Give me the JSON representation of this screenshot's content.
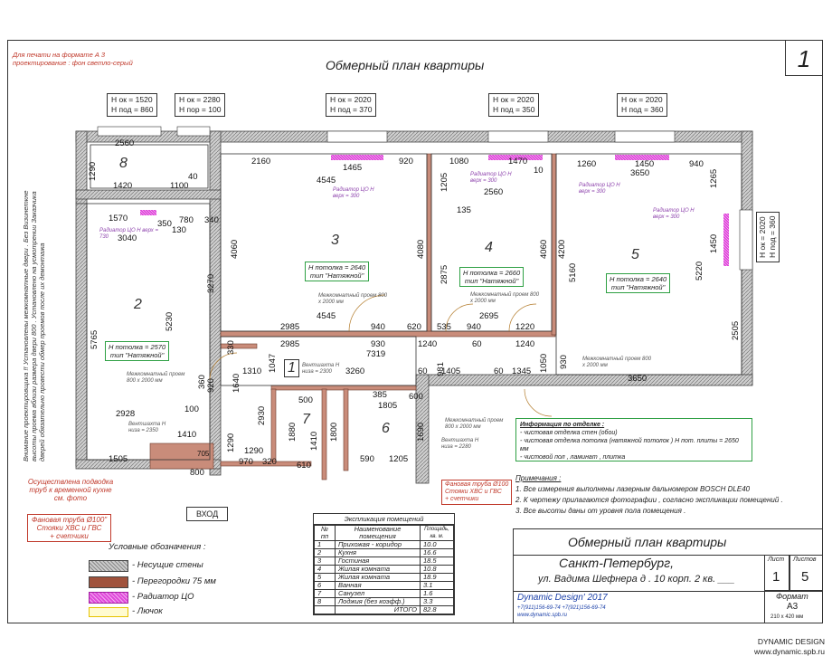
{
  "sheet_number": "1",
  "title": "Обмерный план квартиры",
  "print_note": [
    "Для печати на формате А 3",
    "проектирование : фон светло-серый"
  ],
  "side_note": [
    "Внимание проектировщика !! Установлены межкомнатные двери . Без Визинеткне",
    "высоты проема вблизи размера двери 800 . Установлено на усмотрении Заказчика",
    "дверей обязательно провести обмер проемов после их демонтажа"
  ],
  "window_boxes": [
    {
      "ok": "Н ок = 1520",
      "pod": "Н под = 860"
    },
    {
      "ok": "Н ок = 2280",
      "pod": "Н пор = 100"
    },
    {
      "ok": "Н ок = 2020",
      "pod": "Н под = 370"
    },
    {
      "ok": "Н ок = 2020",
      "pod": "Н под = 350"
    },
    {
      "ok": "Н ок = 2020",
      "pod": "Н под = 360"
    },
    {
      "ok": "Н ок = 2020",
      "pod": "Н под = 360"
    }
  ],
  "rooms": [
    "1",
    "2",
    "3",
    "4",
    "5",
    "6",
    "7",
    "8"
  ],
  "ceiling_boxes": [
    {
      "h": "Н потолка = 2570",
      "t": "тип \"Натяжной\""
    },
    {
      "h": "Н потолка = 2640",
      "t": "тип \"Натяжной\""
    },
    {
      "h": "Н потолка = 2660",
      "t": "тип \"Натяжной\""
    },
    {
      "h": "Н потолка = 2640",
      "t": "тип \"Натяжной\""
    }
  ],
  "dims": {
    "d2560a": "2560",
    "d1290": "1290",
    "d1420": "1420",
    "d1100": "1100",
    "d40": "40",
    "d2160": "2160",
    "d1465": "1465",
    "d920a": "920",
    "d4545a": "4545",
    "d1080": "1080",
    "d1470": "1470",
    "d10": "10",
    "d2560b": "2560",
    "d1260": "1260",
    "d1450a": "1450",
    "d940a": "940",
    "d3650a": "3650",
    "d1265": "1265",
    "d1205": "1205",
    "d135": "135",
    "d1570": "1570",
    "d350": "350",
    "d780": "780",
    "d340": "340",
    "d130": "130",
    "d3040": "3040",
    "d4060a": "4060",
    "d4080": "4080",
    "d2875": "2875",
    "d4060b": "4060",
    "d4200": "4200",
    "d5160": "5160",
    "d5220": "5220",
    "d1450b": "1450",
    "d2505": "2505",
    "d3270": "3270",
    "d5230": "5230",
    "d5765": "5765",
    "d2985a": "2985",
    "d4545b": "4545",
    "d940b": "940",
    "d620": "620",
    "d535": "535",
    "d940c": "940",
    "d2695": "2695",
    "d1220a": "1220",
    "d2985b": "2985",
    "d930": "930",
    "d1240a": "1240",
    "d60a": "60",
    "d1240b": "1240",
    "d7319": "7319",
    "d330": "330",
    "d1310": "1310",
    "d1047": "1047",
    "d3260": "3260",
    "d981": "981",
    "d1405": "1405",
    "d60b": "60",
    "d1345": "1345",
    "d1050": "1050",
    "d930b": "930",
    "d3650b": "3650",
    "d360": "360",
    "d1640": "1640",
    "d920b": "920",
    "d2930": "2930",
    "d500": "500",
    "d385": "385",
    "d600": "600",
    "d1805": "1805",
    "d2928": "2928",
    "d100": "100",
    "d1410": "1410",
    "d1880": "1880",
    "d1800": "1800",
    "d1410b": "1410",
    "d1690": "1690",
    "d1505": "1505",
    "d1290b": "1290",
    "d1290c": "1290",
    "d970": "970",
    "d320": "320",
    "d610": "610",
    "d590": "590",
    "d1205b": "1205",
    "d800": "800",
    "d705": "705"
  },
  "radiators": [
    "Радиатор ЦО Н верх = 730",
    "Радиатор ЦО Н верх = 300",
    "Радиатор ЦО Н верх = 300",
    "Радиатор ЦО Н верх = 300",
    "Радиатор ЦО Н верх = 300"
  ],
  "door_notes": [
    "Межкомнатный проем 800 х 2000 мм",
    "Межкомнатный проем 800 х 2000 мм",
    "Межкомнатный проем 800 х 2000 мм",
    "Межкомнатный проем 800 х 2000 мм",
    "Межкомнатный проем 800 х 2000 мм"
  ],
  "venting": [
    "Вентшахта Н низа = 2300",
    "Вентшахта Н низа = 2350",
    "Вентшахта Н низа = 2280"
  ],
  "finishing": {
    "title": "Информация по отделке :",
    "lines": [
      "- чистовая отделка стен (обои)",
      "- чистовая отделка потолка (натяжной потолок ) Н пот. плиты = 2650 мм",
      "- чистовой пол , ламинат , плитка"
    ]
  },
  "notes": {
    "title": "Примечания :",
    "lines": [
      "1. Все измерения выполнены лазерным дальномером BOSCH DLE40",
      "2. К чертежу прилагаются фотографии , согласно экспликации помещений .",
      "3. Все высоты даны от уровня пола помещения ."
    ]
  },
  "red_notes": [
    "Осуществлена подводка",
    "труб к временной кухне",
    "см. фото",
    "Фановая труба Ø100\"",
    "Стояки ХВС и ГВС",
    "+ счетчики"
  ],
  "red_note2": [
    "Фановая труба Ø100",
    "Стояки ХВС и ГВС",
    "+ счетчики"
  ],
  "entrance": "ВХОД",
  "legend": {
    "title": "Условные обозначения :",
    "items": [
      "- Несущие стены",
      "- Перегородки 75 мм",
      "- Радиатор ЦО",
      "- Лючок"
    ]
  },
  "explication": {
    "title": "Экспликация помещений",
    "headers": [
      "№ пп",
      "Наименование помещения",
      "Площадь, кв. м."
    ],
    "rows": [
      [
        "1",
        "Прихожая - коридор",
        "10.0"
      ],
      [
        "2",
        "Кухня",
        "16.6"
      ],
      [
        "3",
        "Гостиная",
        "18.5"
      ],
      [
        "4",
        "Жилая комната",
        "10.8"
      ],
      [
        "5",
        "Жилая комната",
        "18.9"
      ],
      [
        "6",
        "Ванная",
        "3.1"
      ],
      [
        "7",
        "Санузел",
        "1.6"
      ],
      [
        "8",
        "Лоджия (без коэфф.)",
        "3.3"
      ]
    ],
    "total_label": "ИТОГО",
    "total": "82.8"
  },
  "titleblock": {
    "title": "Обмерный план квартиры",
    "city": "Санкт-Петербург,",
    "address": "ул. Вадима Шефнера д . 10 корп. 2 кв. ___",
    "company": "Dynamic Design' 2017",
    "phones": "+7(911)156-69-74 +7(921)156-69-74",
    "site": "www.dynamic.spb.ru",
    "sheet_label": "Лист",
    "sheets_label": "Листов",
    "sheet": "1",
    "sheets": "5",
    "format_label": "Формат",
    "format": "А3",
    "format_size": "210 х 420 мм"
  },
  "watermark": [
    "DYNAMIC DESIGN",
    "www.dynamic.spb.ru"
  ]
}
